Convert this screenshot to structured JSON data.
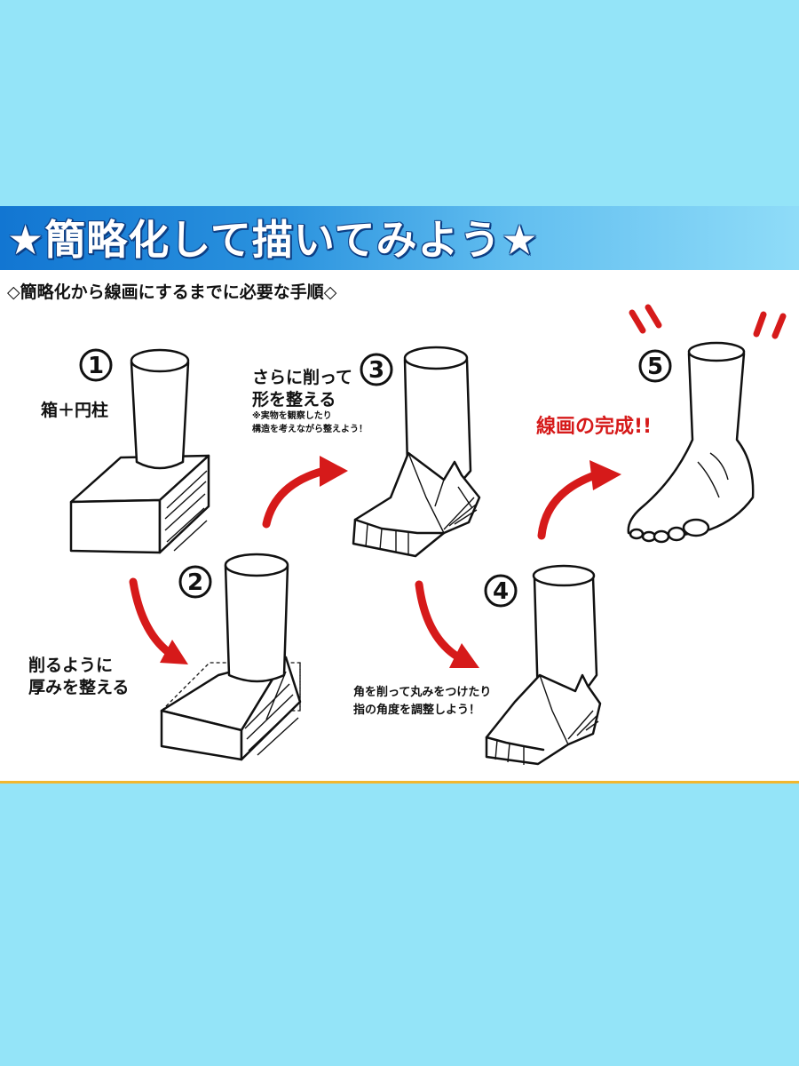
{
  "title": "★簡略化して描いてみよう★",
  "subtitle": "◇簡略化から線画にするまでに必要な手順◇",
  "steps": [
    {
      "number": "①",
      "caption": "箱＋円柱"
    },
    {
      "number": "②",
      "caption_lines": [
        "削るように",
        "厚みを整える"
      ]
    },
    {
      "number": "③",
      "caption_lines": [
        "さらに削って",
        "形を整える"
      ],
      "note_lines": [
        "※実物を観察したり",
        "構造を考えながら整えよう！"
      ]
    },
    {
      "number": "④",
      "note_lines": [
        "角を削って丸みをつけたり",
        "指の角度を調整しよう！"
      ]
    },
    {
      "number": "⑤",
      "caption": "線画の完成!!"
    }
  ],
  "colors": {
    "background": "#94e4f8",
    "title_bar": "#1276d2",
    "accent_red": "#d61a1a",
    "divider": "#f2b72e"
  },
  "icons": [
    "curved-arrow",
    "excitement-marks"
  ]
}
